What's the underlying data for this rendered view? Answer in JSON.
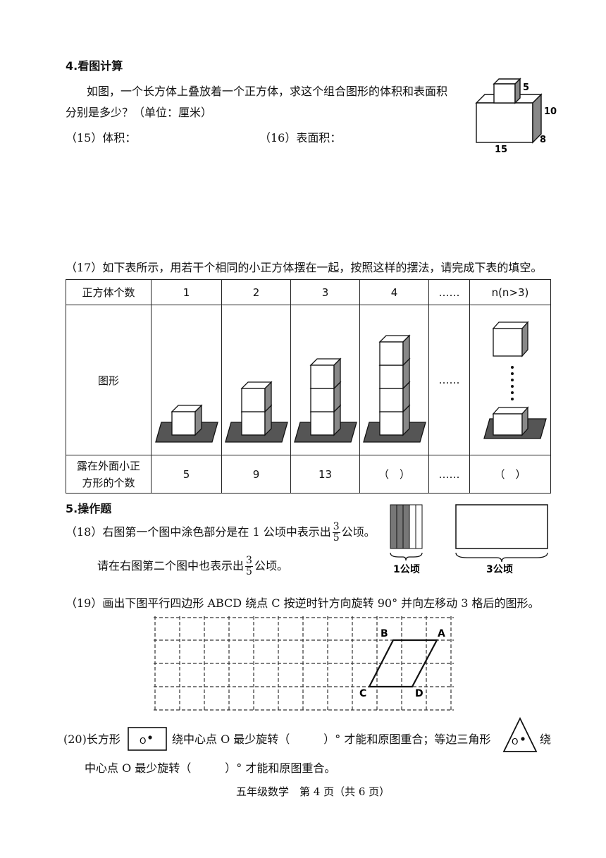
{
  "section4": {
    "title": "4.看图计算",
    "problem_line1": "如图，一个长方体上叠放着一个正方体，求这个组合图形的体积和表面积",
    "problem_line2": "分别是多少？（单位：厘米）",
    "q15": "（15）体积：",
    "q16": "（16）表面积：",
    "figure_labels": {
      "cube": "5",
      "height": "10",
      "depth": "8",
      "length": "15"
    }
  },
  "q17": {
    "prompt": "（17）如下表所示，用若干个相同的小正方体摆在一起，按照这样的摆法，请完成下表的填空。",
    "row_headers": [
      "正方体个数",
      "图形",
      "露在外面小正",
      "方形的个数"
    ],
    "counts": [
      "1",
      "2",
      "3",
      "4",
      "……",
      "n(n>3)"
    ],
    "figure_ellipsis": "……",
    "exposed": [
      "5",
      "9",
      "13",
      "（　）",
      "……",
      "（　）"
    ],
    "stack_heights": [
      1,
      2,
      3,
      4
    ]
  },
  "section5": {
    "title": "5.操作题",
    "q18_text_a": "（18）右图第一个图中涂色部分是在 1 公顷中表示出",
    "q18_text_b": "公顷。",
    "q18_line2_a": "请在右图第二个图中也表示出",
    "q18_line2_b": "公顷。",
    "fraction": {
      "numerator": "3",
      "denominator": "5"
    },
    "label_1ha": "1公顷",
    "label_3ha": "3公顷",
    "q19": "（19）画出下图平行四边形 ABCD 绕点 C 按逆时针方向旋转 90° 并向左移动 3 格后的图形。",
    "points": {
      "A": "A",
      "B": "B",
      "C": "C",
      "D": "D"
    },
    "q20_a": "(20)长方形",
    "q20_b": "绕中心点 O 最少旋转（　　　）° 才能和原图重合；等边三角形",
    "q20_c": "绕",
    "q20_line2": "中心点 O 最少旋转（　　　）° 才能和原图重合。",
    "center_label": "O"
  },
  "footer": "五年级数学　第 4 页（共 6 页）"
}
